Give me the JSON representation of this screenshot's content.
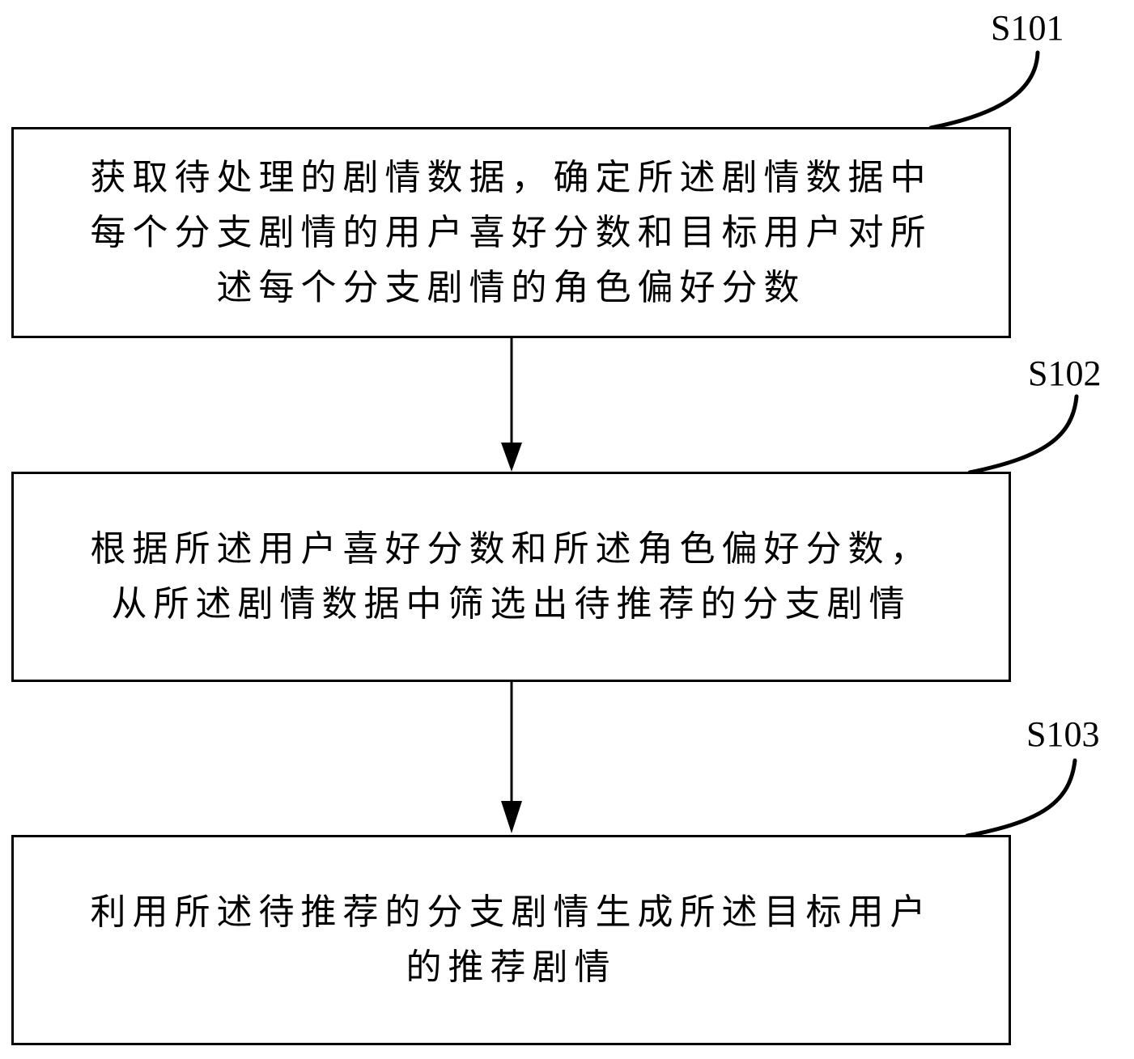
{
  "diagram": {
    "type": "flowchart",
    "direction": "top-to-bottom",
    "steps": [
      {
        "id": "S101",
        "label": "S101",
        "lines": [
          "获取待处理的剧情数据，确定所述剧情数据中",
          "每个分支剧情的用户喜好分数和目标用户对所",
          "述每个分支剧情的角色偏好分数"
        ]
      },
      {
        "id": "S102",
        "label": "S102",
        "lines": [
          "根据所述用户喜好分数和所述角色偏好分数，",
          "从所述剧情数据中筛选出待推荐的分支剧情"
        ]
      },
      {
        "id": "S103",
        "label": "S103",
        "lines": [
          "利用所述待推荐的分支剧情生成所述目标用户",
          "的推荐剧情"
        ]
      }
    ],
    "edges": [
      {
        "from": "S101",
        "to": "S102"
      },
      {
        "from": "S102",
        "to": "S103"
      }
    ],
    "colors": {
      "stroke": "#000000",
      "background": "#ffffff"
    }
  }
}
